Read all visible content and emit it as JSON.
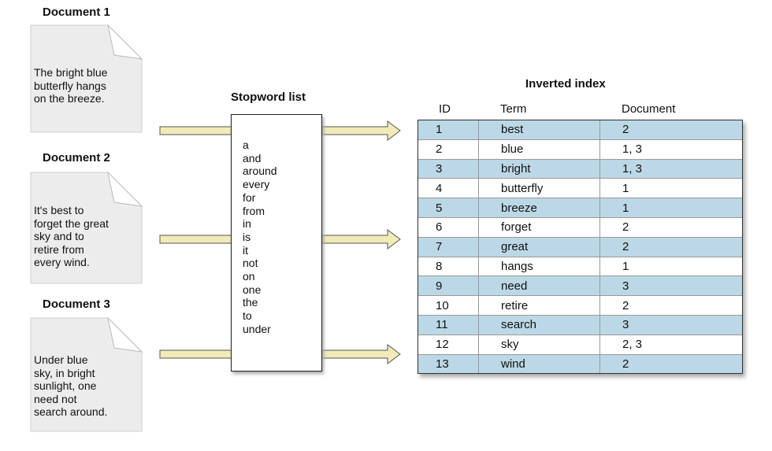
{
  "documents": [
    {
      "title": "Document 1",
      "text": "The bright blue\nbutterfly hangs\non the breeze."
    },
    {
      "title": "Document 2",
      "text": "It's best to\nforget the great\nsky and to\nretire from\nevery wind."
    },
    {
      "title": "Document 3",
      "text": "Under blue\nsky, in bright\nsunlight, one\nneed not\nsearch around."
    }
  ],
  "stopword_list": {
    "title": "Stopword list",
    "words": [
      "a",
      "and",
      "around",
      "every",
      "for",
      "from",
      "in",
      "is",
      "it",
      "not",
      "on",
      "one",
      "the",
      "to",
      "under"
    ]
  },
  "inverted_index": {
    "title": "Inverted index",
    "headers": {
      "id": "ID",
      "term": "Term",
      "document": "Document"
    },
    "rows": [
      {
        "id": "1",
        "term": "best",
        "docs": "2"
      },
      {
        "id": "2",
        "term": "blue",
        "docs": "1, 3"
      },
      {
        "id": "3",
        "term": "bright",
        "docs": "1, 3"
      },
      {
        "id": "4",
        "term": "butterfly",
        "docs": "1"
      },
      {
        "id": "5",
        "term": "breeze",
        "docs": "1"
      },
      {
        "id": "6",
        "term": "forget",
        "docs": "2"
      },
      {
        "id": "7",
        "term": "great",
        "docs": "2"
      },
      {
        "id": "8",
        "term": "hangs",
        "docs": "1"
      },
      {
        "id": "9",
        "term": "need",
        "docs": "3"
      },
      {
        "id": "10",
        "term": "retire",
        "docs": "2"
      },
      {
        "id": "11",
        "term": "search",
        "docs": "3"
      },
      {
        "id": "12",
        "term": "sky",
        "docs": "2, 3"
      },
      {
        "id": "13",
        "term": "wind",
        "docs": "2"
      }
    ],
    "shade_color": "#bcd8e6"
  },
  "arrow_color": "#f0ebb8"
}
